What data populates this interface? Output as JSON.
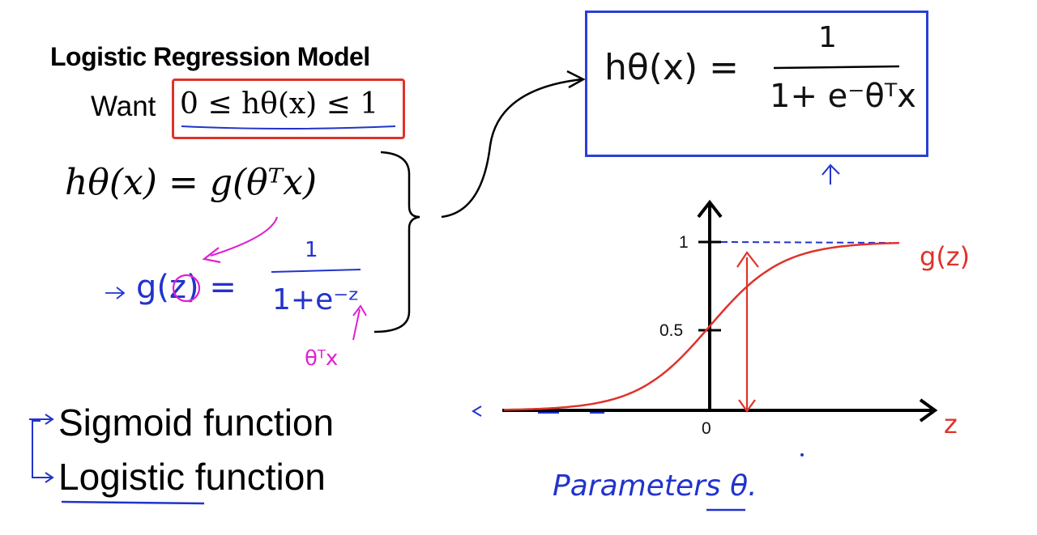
{
  "slide": {
    "title": "Logistic Regression Model",
    "want_label": "Want",
    "constraint": "0 ≤ hθ(x) ≤ 1",
    "hypothesis": "hθ(x) = g(θᵀx)",
    "bullets": [
      "Sigmoid function",
      "Logistic function"
    ]
  },
  "handwriting": {
    "sigmoid_def": "g(z) =",
    "sigmoid_num": "1",
    "sigmoid_den": "1+e⁻ᶻ",
    "theta_tx": "θᵀx",
    "box_lhs": "hθ(x) =",
    "box_num": "1",
    "box_den": "1+ e⁻θᵀx",
    "curve_label": "g(z)",
    "axis_var": "z",
    "parameters": "Parameters θ."
  },
  "graph": {
    "y_ticks": [
      "1",
      "0.5"
    ],
    "x_ticks": [
      "0"
    ]
  },
  "colors": {
    "red": "#e0322a",
    "blue": "#2233cc",
    "magenta": "#e020d0"
  }
}
